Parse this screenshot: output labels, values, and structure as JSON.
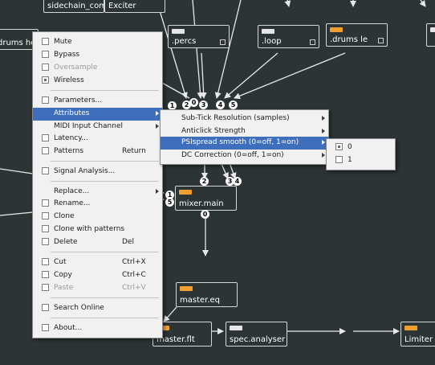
{
  "canvas": {
    "bg": "#2c3436",
    "nodes": [
      {
        "name": "node-sidechain-comp",
        "label": "sidechain_comp"
      },
      {
        "name": "node-exciter",
        "label": "Exciter"
      },
      {
        "name": "node-drums-he",
        "label": "drums he"
      },
      {
        "name": "node-percs",
        "label": ".percs"
      },
      {
        "name": "node-loop",
        "label": ".loop"
      },
      {
        "name": "node-drums-le",
        "label": ".drums le"
      },
      {
        "name": "node-mixer-main",
        "label": "mixer.main"
      },
      {
        "name": "node-master-eq",
        "label": "master.eq"
      },
      {
        "name": "node-master-flt",
        "label": "master.flt"
      },
      {
        "name": "node-spec-analyser",
        "label": "spec.analyser"
      },
      {
        "name": "node-limiter",
        "label": "Limiter"
      }
    ],
    "pins": [
      "1",
      "2",
      "3",
      "4",
      "5",
      "2",
      "3",
      "4",
      "1",
      "5",
      "0",
      "0"
    ],
    "colors": {
      "led_active": "#f0a030",
      "wire": "#e8e8e8",
      "menu_highlight": "#3f6fbc"
    }
  },
  "context_menu": {
    "items": [
      {
        "label": "Mute",
        "checkbox": true
      },
      {
        "label": "Bypass",
        "checkbox": true
      },
      {
        "label": "Oversample",
        "checkbox": true,
        "disabled": true
      },
      {
        "label": "Wireless",
        "checkbox": true,
        "checked": true
      },
      {
        "separator": true
      },
      {
        "label": "Parameters...",
        "checkbox": true
      },
      {
        "label": "Attributes",
        "submenu": true,
        "highlight": true
      },
      {
        "label": "MIDI Input Channel",
        "submenu": true
      },
      {
        "label": "Latency...",
        "checkbox": true
      },
      {
        "label": "Patterns",
        "checkbox": true,
        "shortcut": "Return"
      },
      {
        "separator": true
      },
      {
        "label": "Signal Analysis...",
        "checkbox": true
      },
      {
        "separator": true
      },
      {
        "label": "Replace...",
        "submenu": true
      },
      {
        "label": "Rename...",
        "checkbox": true
      },
      {
        "label": "Clone",
        "checkbox": true
      },
      {
        "label": "Clone with patterns",
        "checkbox": true
      },
      {
        "label": "Delete",
        "checkbox": true,
        "shortcut": "Del"
      },
      {
        "separator": true
      },
      {
        "label": "Cut",
        "checkbox": true,
        "shortcut": "Ctrl+X"
      },
      {
        "label": "Copy",
        "checkbox": true,
        "shortcut": "Ctrl+C"
      },
      {
        "label": "Paste",
        "checkbox": true,
        "shortcut": "Ctrl+V",
        "disabled": true
      },
      {
        "separator": true
      },
      {
        "label": "Search Online",
        "checkbox": true
      },
      {
        "separator": true
      },
      {
        "label": "About...",
        "checkbox": true
      }
    ]
  },
  "attributes_submenu": {
    "items": [
      {
        "label": "Sub-Tick Resolution (samples)",
        "submenu": true
      },
      {
        "label": "Anticlick Strength",
        "submenu": true
      },
      {
        "label": "PSIspread smooth (0=off, 1=on)",
        "submenu": true,
        "highlight": true
      },
      {
        "label": "DC Correction (0=off, 1=on)",
        "submenu": true
      }
    ]
  },
  "value_submenu": {
    "items": [
      {
        "label": "0",
        "checkbox": true,
        "checked": true
      },
      {
        "label": "1",
        "checkbox": true
      }
    ]
  }
}
